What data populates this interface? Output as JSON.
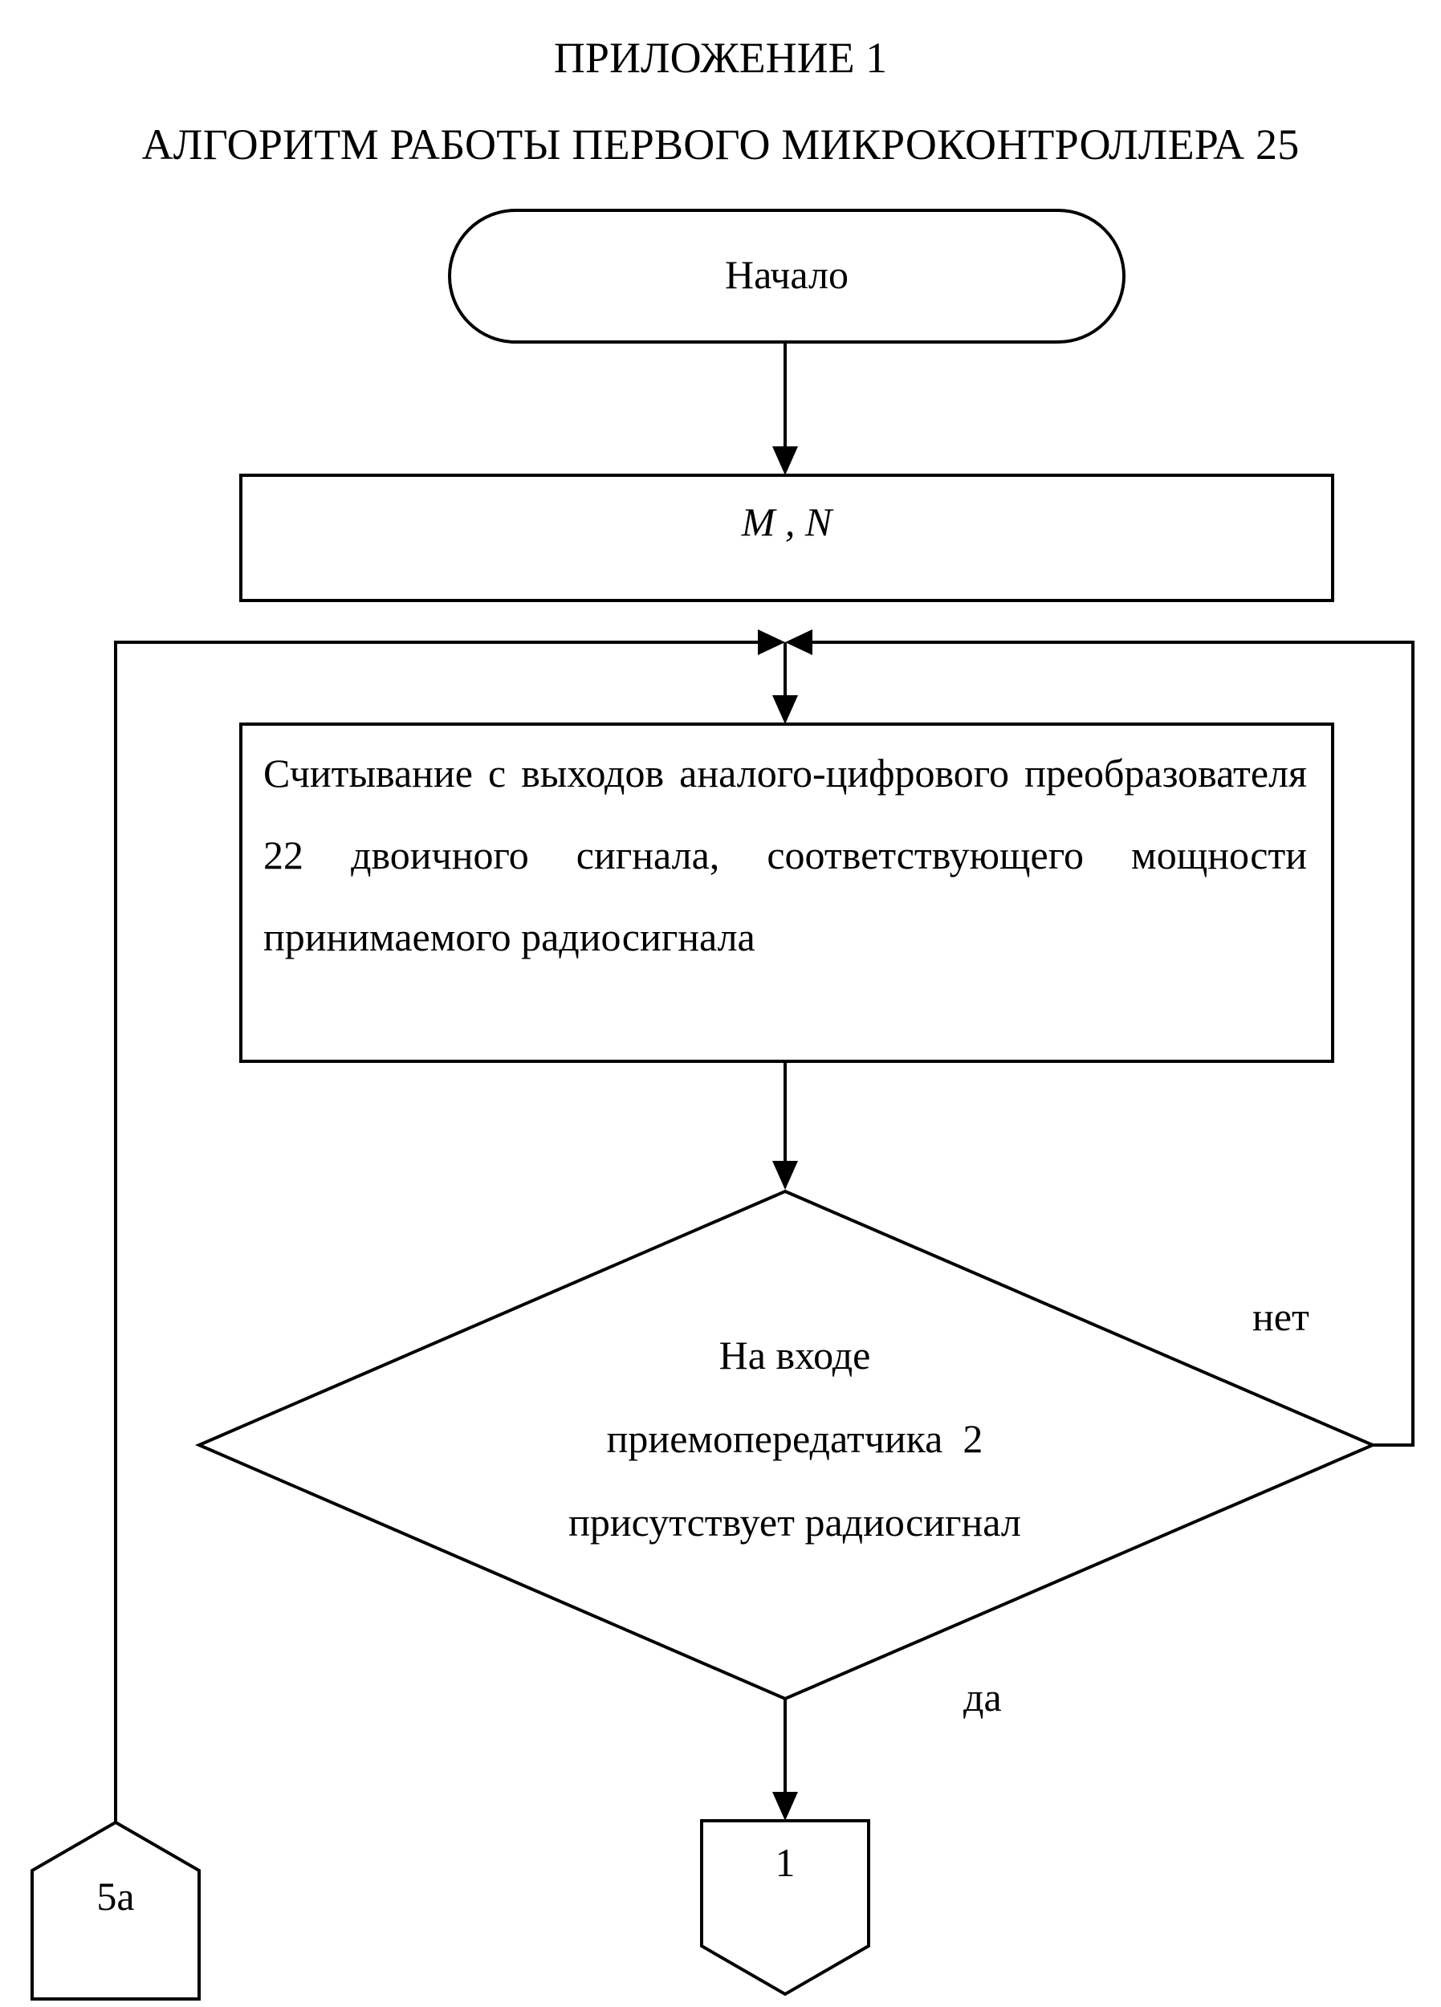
{
  "header": {
    "title": "ПРИЛОЖЕНИЕ 1",
    "subtitle": "АЛГОРИТМ РАБОТЫ ПЕРВОГО МИКРОКОНТРОЛЛЕРА 25"
  },
  "flowchart": {
    "start": {
      "label": "Начало"
    },
    "input": {
      "label": "M , N"
    },
    "process": {
      "label": "Считывание с выходов аналого-цифрового преобразователя 22 двоичного сигнала, соответствующего мощности принимаемого радиосигнала"
    },
    "decision": {
      "lines": [
        "На входе",
        "приемопередатчика  2",
        "присутствует радиосигнал"
      ],
      "no_label": "нет",
      "yes_label": "да"
    },
    "connector_left": {
      "label": "5а"
    },
    "connector_bottom": {
      "label": "1"
    }
  }
}
